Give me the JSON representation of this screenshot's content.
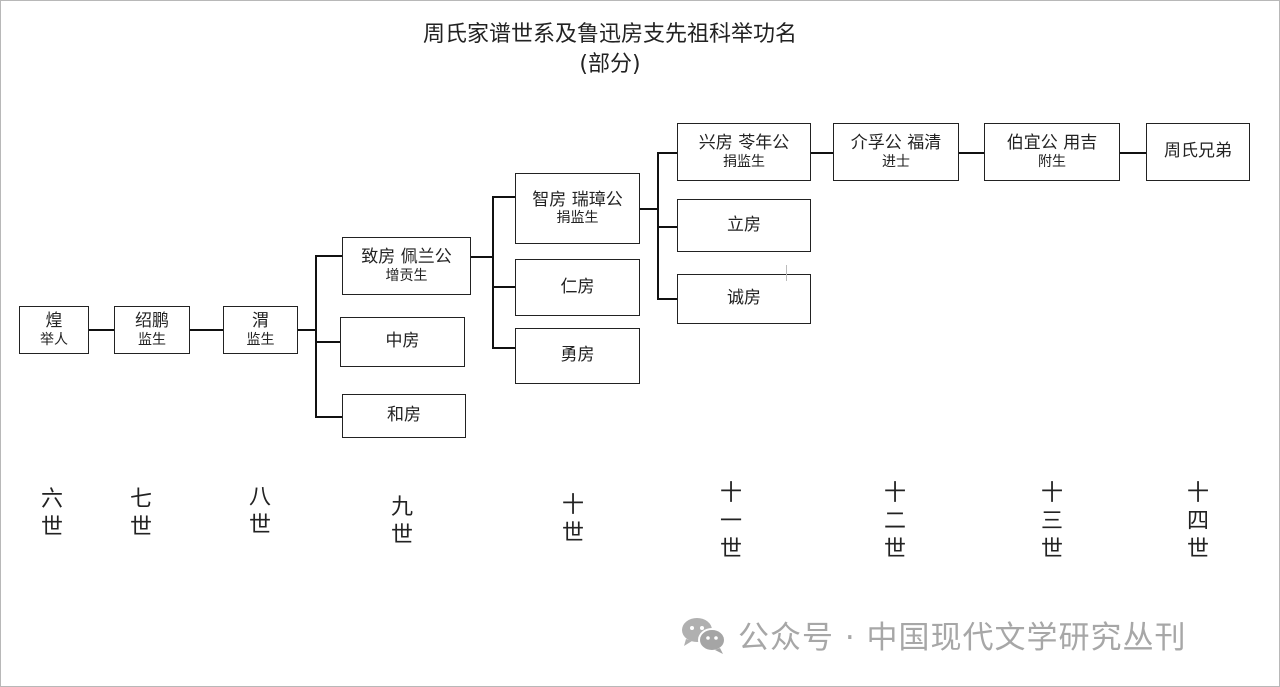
{
  "title": {
    "line1": "周氏家谱世系及鲁迅房支先祖科举功名",
    "line2": "(部分)"
  },
  "nodes": {
    "huang": {
      "name": "煌",
      "rank": "举人"
    },
    "shaopeng": {
      "name": "绍鹏",
      "rank": "监生"
    },
    "wei": {
      "name": "渭",
      "rank": "监生"
    },
    "zhifang": {
      "name": "致房 佩兰公",
      "rank": "增贡生"
    },
    "zhongfang": {
      "name": "中房"
    },
    "hefang": {
      "name": "和房"
    },
    "zhifang2": {
      "name": "智房 瑞璋公",
      "rank": "捐监生"
    },
    "renfang": {
      "name": "仁房"
    },
    "yongfang": {
      "name": "勇房"
    },
    "xingfang": {
      "name": "兴房 苓年公",
      "rank": "捐监生"
    },
    "lifang": {
      "name": "立房"
    },
    "chengfang": {
      "name": "诚房"
    },
    "jiefu": {
      "name": "介孚公 福清",
      "rank": "进士"
    },
    "boyi": {
      "name": "伯宜公 用吉",
      "rank": "附生"
    },
    "brothers": {
      "name": "周氏兄弟"
    }
  },
  "generations": [
    {
      "num": "六",
      "shi": "世"
    },
    {
      "num": "七",
      "shi": "世"
    },
    {
      "num": "八",
      "shi": "世"
    },
    {
      "num": "九",
      "shi": "世"
    },
    {
      "num": "十",
      "shi": "世"
    },
    {
      "num": "十一",
      "shi": "世"
    },
    {
      "num": "十二",
      "shi": "世"
    },
    {
      "num": "十三",
      "shi": "世"
    },
    {
      "num": "十四",
      "shi": "世"
    }
  ],
  "watermark": {
    "icon": "wechat-icon",
    "text": "公众号 · 中国现代文学研究丛刊"
  }
}
